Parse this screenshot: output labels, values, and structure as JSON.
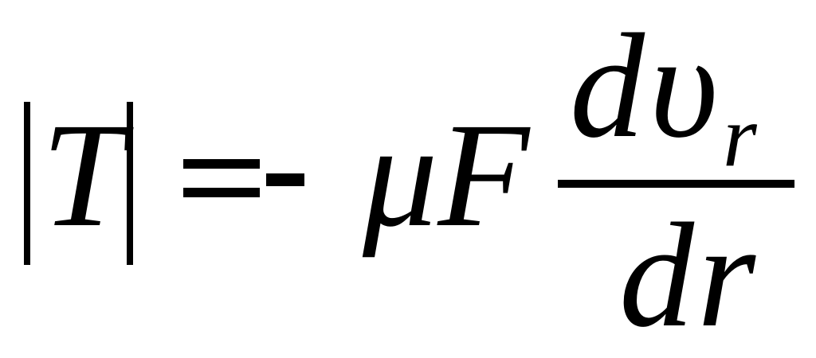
{
  "formula": {
    "abs_bar": "|",
    "variable_t": "T",
    "equals": "=",
    "minus": "-",
    "coefficient": "μF",
    "numerator": "dυ",
    "numerator_subscript": "r",
    "denominator": "dr"
  }
}
